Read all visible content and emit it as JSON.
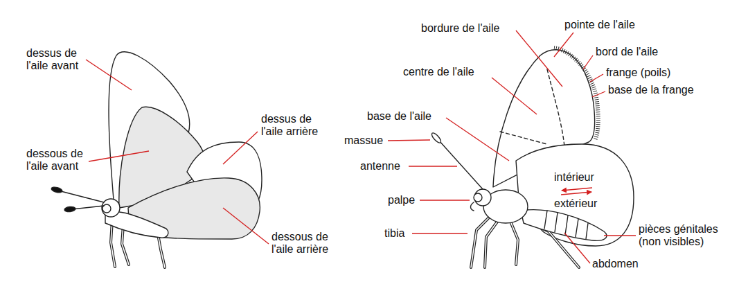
{
  "diagram": {
    "labels": [
      "dessus de l'aile avant",
      "dessous de l'aile avant",
      "dessus de l'aile arrière",
      "dessous de l'aile arrière",
      "bordure de l'aile",
      "pointe de l'aile",
      "bord de l'aile",
      "frange (poils)",
      "base de la frange",
      "centre de l'aile",
      "base de l'aile",
      "massue",
      "antenne",
      "intérieur",
      "extérieur",
      "palpe",
      "tibia",
      "pièces génitales (non visibles)",
      "abdomen"
    ]
  }
}
